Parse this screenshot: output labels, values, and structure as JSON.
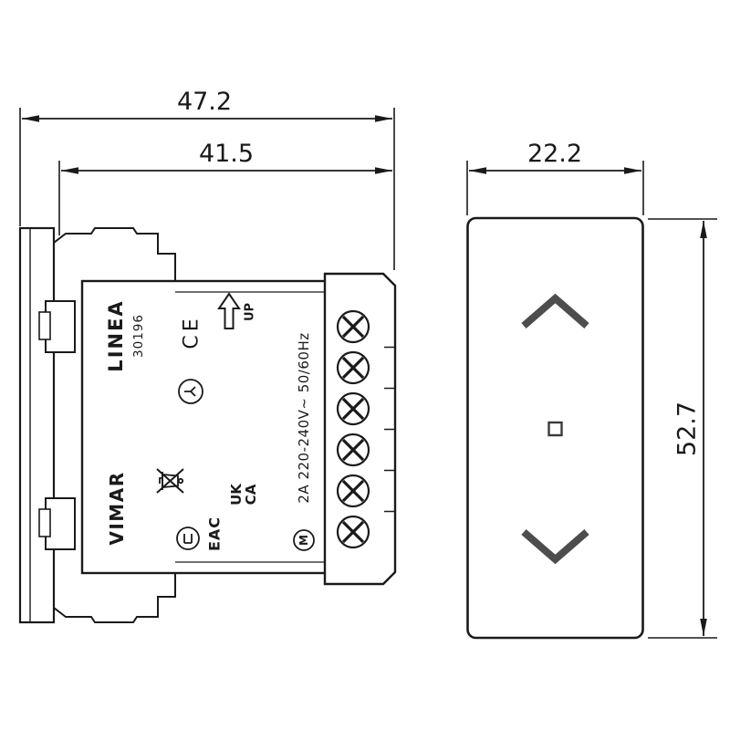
{
  "canvas": {
    "background": "#ffffff",
    "line_color": "#1a1a1a",
    "rocker_glyph_color": "#4d4d4d"
  },
  "dimensions": {
    "overall_depth": "47.2",
    "recess_depth": "41.5",
    "front_width": "22.2",
    "front_height": "52.7"
  },
  "markings": {
    "series": "LINEA",
    "model": "30196",
    "ce": "CE",
    "up": "UP",
    "brand": "VIMAR",
    "eac": "EAC",
    "ukca_top": "UK",
    "ukca_bottom": "CA",
    "rating": "2A 220-240V~ 50/60Hz",
    "motor": "M"
  },
  "icons": {
    "up_arrow": "up-arrow-icon",
    "weee": "crossed-out-bin-icon",
    "cert_top": "circled-cert-icon",
    "cert_bottom": "circled-cert-icon",
    "motor_mark": "circled-m-icon",
    "screw": "screw-terminal-icon",
    "front_up": "chevron-up-icon",
    "front_stop": "stop-square-icon",
    "front_down": "chevron-down-icon"
  }
}
